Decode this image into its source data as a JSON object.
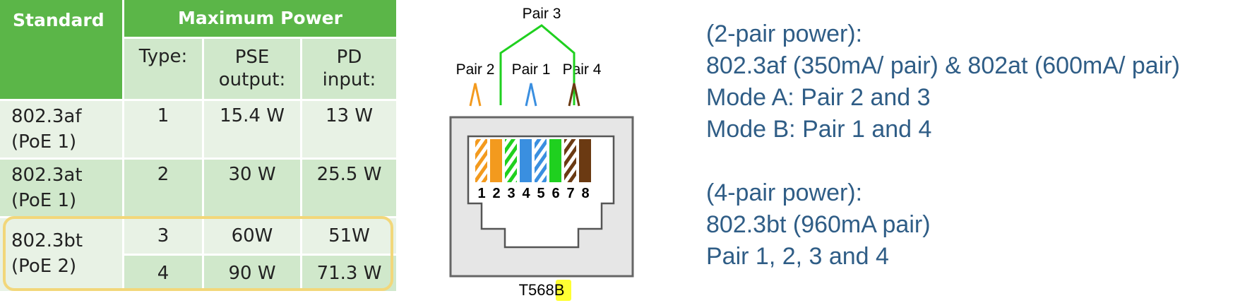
{
  "table": {
    "headers": {
      "standard": "Standard",
      "max_power": "Maximum Power",
      "type": "Type:",
      "pse_output_line1": "PSE",
      "pse_output_line2": "output:",
      "pd_input_line1": "PD",
      "pd_input_line2": "input:"
    },
    "rows": [
      {
        "standard_line1": "802.3af",
        "standard_line2": "(PoE 1)",
        "type": "1",
        "pse": "15.4 W",
        "pd": "13 W"
      },
      {
        "standard_line1": "802.3at",
        "standard_line2": "(PoE 1)",
        "type": "2",
        "pse": "30 W",
        "pd": "25.5 W"
      },
      {
        "standard_line1": "802.3bt",
        "standard_line2": "(PoE 2)",
        "type": "3",
        "pse": "60W",
        "pd": "51W"
      },
      {
        "type": "4",
        "pse": "90 W",
        "pd": "71.3 W"
      }
    ]
  },
  "diagram": {
    "pair_labels": {
      "pair3": "Pair 3",
      "pair2": "Pair 2",
      "pair1": "Pair 1",
      "pair4": "Pair 4"
    },
    "pin_numbers": [
      "1",
      "2",
      "3",
      "4",
      "5",
      "6",
      "7",
      "8"
    ],
    "caption_prefix": "T568",
    "caption_highlight": "B",
    "colors": {
      "orange": "#f39a1e",
      "green": "#1fd01f",
      "blue": "#3a8fe0",
      "brown": "#6b3a12",
      "highlight": "#ffff33",
      "jack_fill": "#e6e6e6",
      "jack_border": "#666666"
    }
  },
  "notes": {
    "lines": [
      "(2-pair power):",
      "802.3af (350mA/ pair) & 802at (600mA/ pair)",
      "Mode A: Pair 2 and 3",
      "Mode B: Pair 1 and 4",
      "",
      "(4-pair power):",
      "802.3bt (960mA pair)",
      "Pair 1, 2, 3 and 4"
    ]
  }
}
